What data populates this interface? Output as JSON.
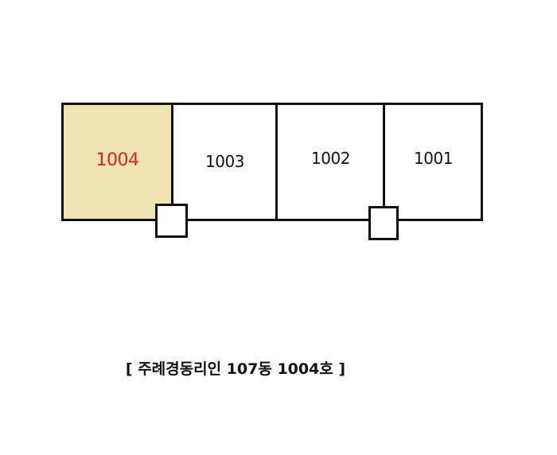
{
  "units": [
    {
      "number": "1004",
      "highlighted": true
    },
    {
      "number": "1003",
      "highlighted": false
    },
    {
      "number": "1002",
      "highlighted": false
    },
    {
      "number": "1001",
      "highlighted": false
    }
  ],
  "caption": "[ 주례경동리인 107동 1004호 ]",
  "colors": {
    "highlight_fill": "#efe2b3",
    "highlight_text": "#e2231a",
    "line": "#111111"
  }
}
